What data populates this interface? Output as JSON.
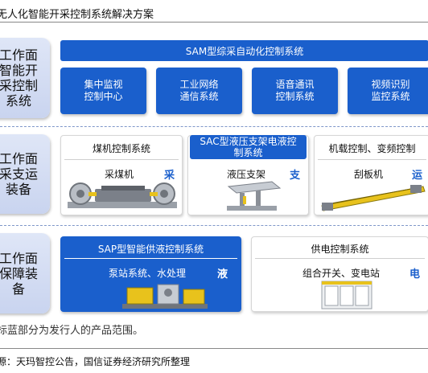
{
  "title": "无人化智能开采控制系统解决方案",
  "rows": [
    {
      "label": "工作面\n智能开\n采控制\n系统"
    },
    {
      "label": "工作面\n采支运\n装备"
    },
    {
      "label": "工作面\n保障装\n备"
    }
  ],
  "sam": {
    "header": "SAM型综采自动化控制系统",
    "modules": [
      "集中监视\n控制中心",
      "工业网络\n通信系统",
      "语音通讯\n控制系统",
      "视频识别\n监控系统"
    ]
  },
  "equipment": {
    "coal": {
      "title": "煤机控制系统",
      "item": "采煤机",
      "tag": "采"
    },
    "sac": {
      "title": "SAC型液压支架电液控\n制系统",
      "item": "液压支架",
      "tag": "支"
    },
    "onboard": {
      "title": "机载控制、变频控制",
      "item": "刮板机",
      "tag": "运"
    }
  },
  "support": {
    "sap": {
      "title": "SAP型智能供液控制系统",
      "item": "泵站系统、水处理",
      "tag": "液"
    },
    "power": {
      "title": "供电控制系统",
      "item": "组合开关、变电站",
      "tag": "电"
    }
  },
  "note": "标蓝部分为发行人的产品范围。",
  "source": "源：天玛智控公告，国信证券经济研究所整理",
  "colors": {
    "accent_blue": "#1a5fcc",
    "label_bg": "#d6def3",
    "dash": "#7f97c9"
  }
}
